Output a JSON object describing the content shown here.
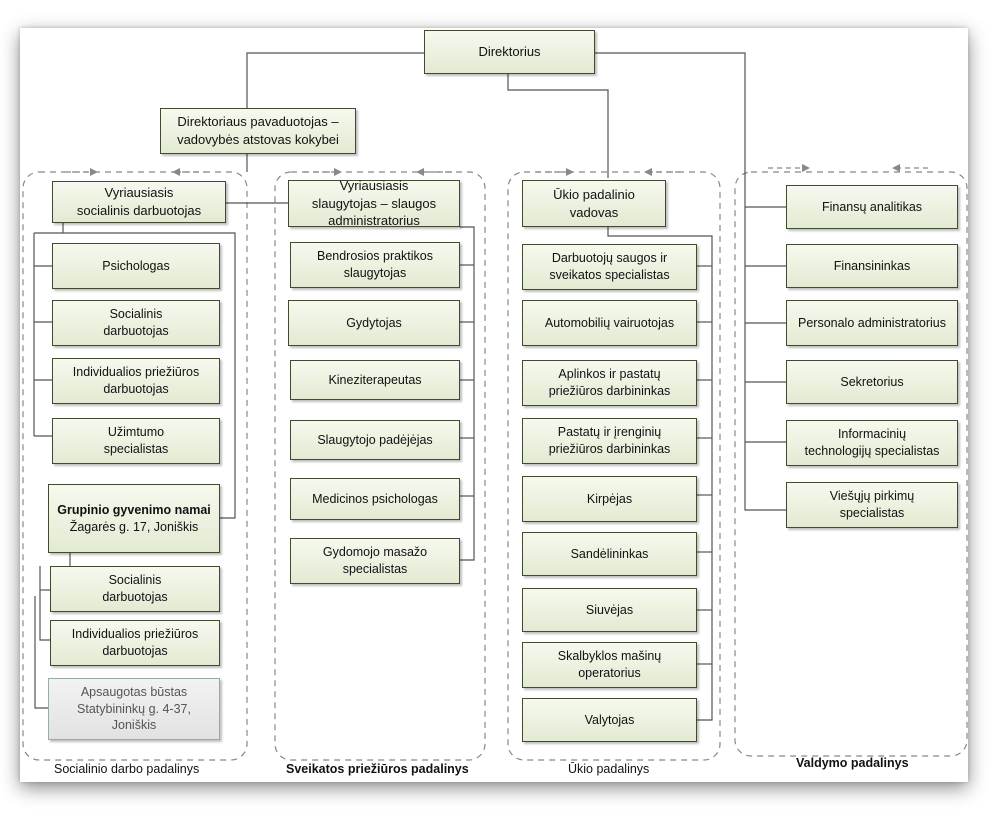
{
  "director": "Direktorius",
  "deputy": "Direktoriaus pavaduotojas –\nvadovybės atstovas kokybei",
  "departments": {
    "social": {
      "name": "Socialinio darbo padalinys",
      "head": "Vyriausiasis\nsocialinis darbuotojas",
      "staff": [
        "Psichologas",
        "Socialinis\ndarbuotojas",
        "Individualios priežiūros\ndarbuotojas",
        "Užimtumo\nspecialistas"
      ],
      "group_home": {
        "title": "Grupinio gyvenimo namai",
        "address": "Žagarės g. 17, Joniškis"
      },
      "group_staff": [
        "Socialinis\ndarbuotojas",
        "Individualios priežiūros\ndarbuotojas"
      ],
      "protected_housing": {
        "title": "Apsaugotas būstas",
        "address": "Statybininkų g. 4-37,\nJoniškis"
      }
    },
    "health": {
      "name": "Sveikatos priežiūros  padalinys",
      "head": "Vyriausiasis\nslaugytojas – slaugos\nadministratorius",
      "staff": [
        "Bendrosios praktikos\nslaugytojas",
        "Gydytojas",
        "Kineziterapeutas",
        "Slaugytojo padėjėjas",
        "Medicinos psichologas",
        "Gydomojo masažo\nspecialistas"
      ]
    },
    "facility": {
      "name": "Ūkio padalinys",
      "head": "Ūkio padalinio\nvadovas",
      "staff": [
        "Darbuotojų saugos ir\nsveikatos specialistas",
        "Automobilių vairuotojas",
        "Aplinkos ir pastatų\npriežiūros darbininkas",
        "Pastatų ir įrenginių\npriežiūros darbininkas",
        "Kirpėjas",
        "Sandėlininkas",
        "Siuvėjas",
        "Skalbyklos mašinų\noperatorius",
        "Valytojas"
      ]
    },
    "management": {
      "name": "Valdymo padalinys",
      "staff": [
        "Finansų analitikas",
        "Finansininkas",
        "Personalo administratorius",
        "Sekretorius",
        "Informacinių\ntechnologijų specialistas",
        "Viešųjų pirkimų\nspecialistas"
      ]
    }
  }
}
